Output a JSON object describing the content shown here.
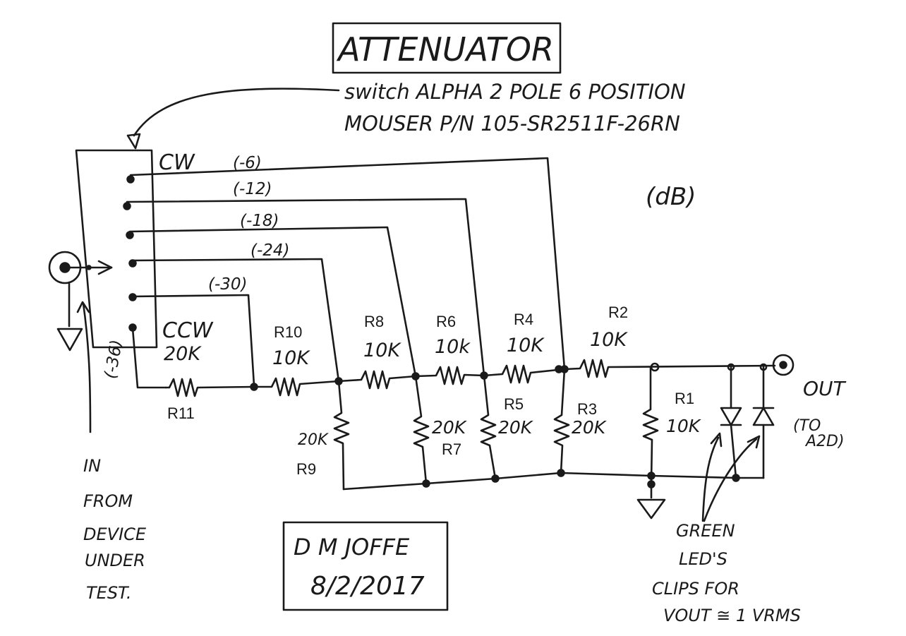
{
  "title": "ATTENUATOR",
  "subtitle_line1": "switch ALPHA 2 POLE 6 POSITION",
  "subtitle_line2": "MOUSER P/N 105-SR2511F-26RN",
  "units_label": "(dB)",
  "switch": {
    "cw_label": "CW",
    "ccw_label": "CCW"
  },
  "taps": [
    "(-6)",
    "(-12)",
    "(-18)",
    "(-24)",
    "(-30)",
    "(-36)"
  ],
  "resistors": {
    "r11_name": "R11",
    "r11_value": "20K",
    "r10_name": "R10",
    "r10_value": "10K",
    "r9_name": "R9",
    "r9_value": "20K",
    "r8_name": "R8",
    "r8_value": "10K",
    "r7_name": "R7",
    "r7_value": "20K",
    "r6_name": "R6",
    "r6_value": "10k",
    "r5_name": "R5",
    "r5_value": "20K",
    "r4_name": "R4",
    "r4_value": "10K",
    "r3_name": "R3",
    "r3_value": "20K",
    "r2_name": "R2",
    "r2_value": "10K",
    "r1_name": "R1",
    "r1_value": "10K"
  },
  "input_note": [
    "IN",
    "FROM",
    "DEVICE",
    "UNDER",
    "TEST."
  ],
  "output_label": "OUT",
  "output_note": [
    "(TO",
    "A2D)"
  ],
  "led_note": [
    "GREEN",
    "LED'S",
    "CLIPS FOR",
    "VOUT ≅ 1 VRMS"
  ],
  "author": "D M JOFFE",
  "date": "8/2/2017"
}
